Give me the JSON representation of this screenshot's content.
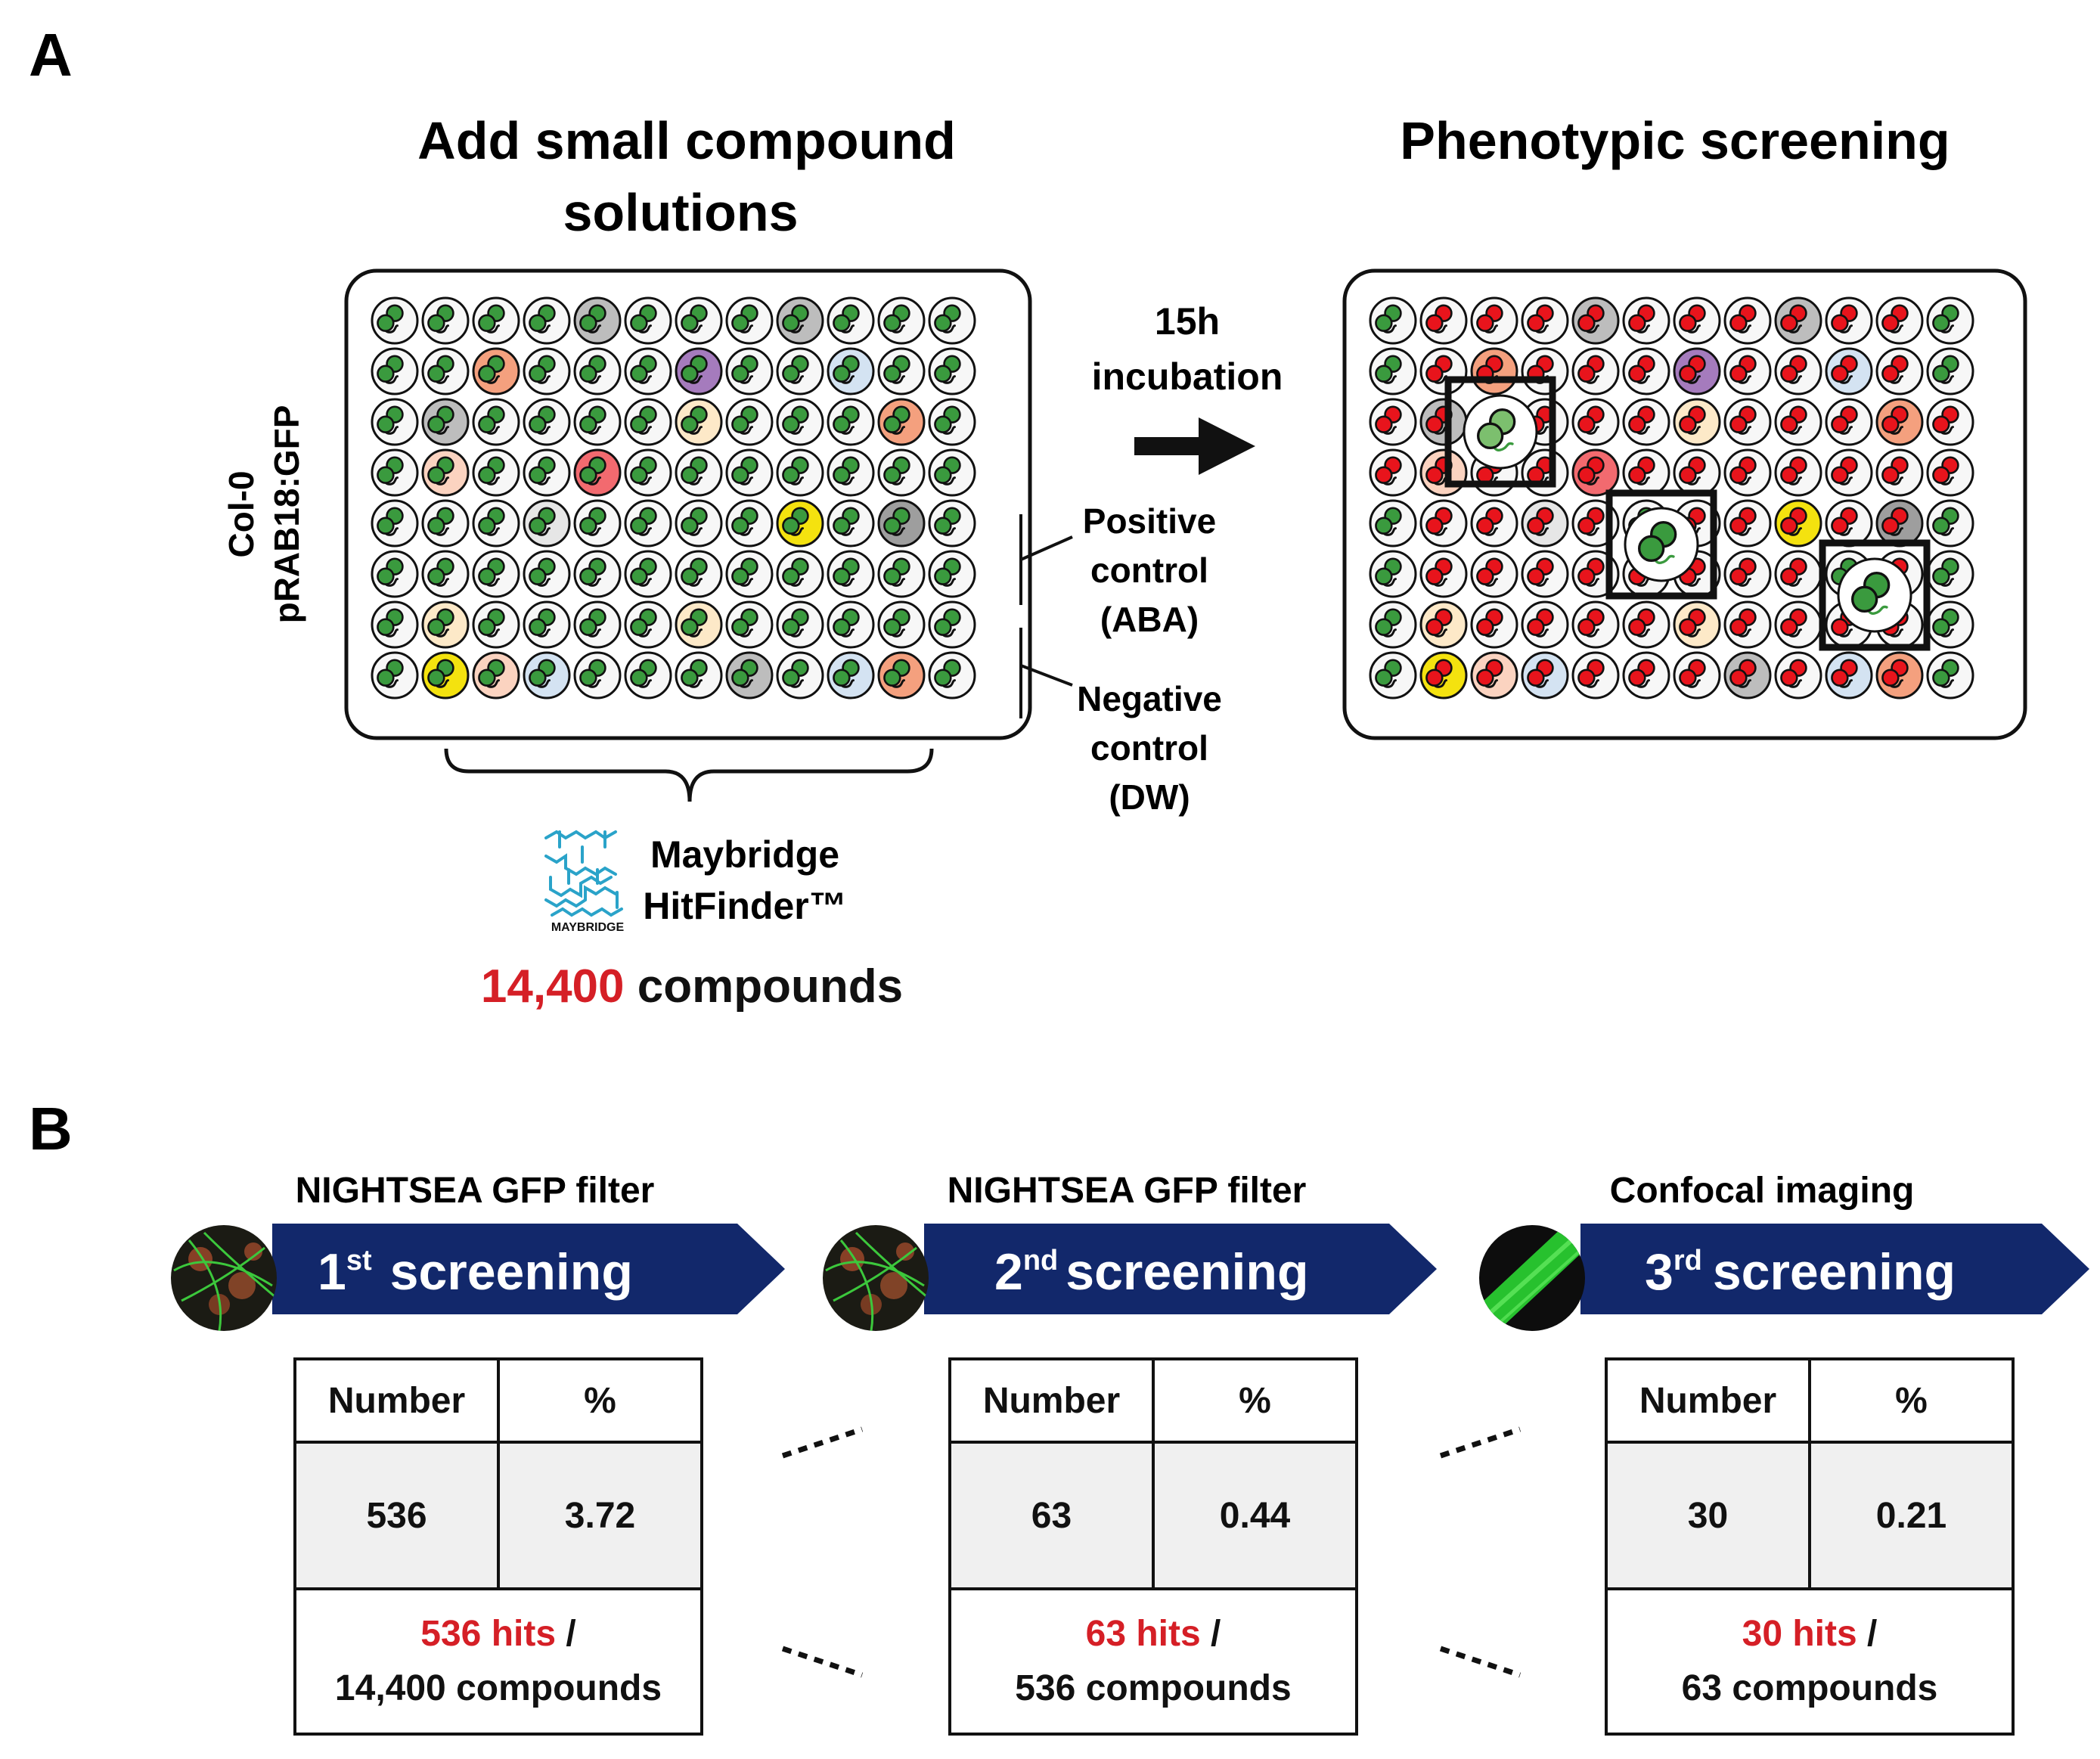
{
  "panel_a": {
    "label": "A",
    "left_title_line1": "Add small compound",
    "left_title_line2": "solutions",
    "right_title": "Phenotypic screening",
    "side_label_line1": "Col-0",
    "side_label_line2": "pRAB18:GFP",
    "incubation_line1": "15h",
    "incubation_line2": "incubation",
    "positive_control": [
      "Positive",
      "control",
      "(ABA)"
    ],
    "negative_control": [
      "Negative",
      "control",
      "(DW)"
    ],
    "library_line1": "Maybridge",
    "library_line2": "HitFinder™",
    "library_logo_text": "MAYBRIDGE",
    "compound_count": "14,400",
    "compound_suffix": " compounds",
    "well_colors": {
      "green": "#3a9a3e",
      "red": "#e8141c",
      "gray": "#bdbdbd",
      "dark_gray": "#9e9e9e",
      "peach": "#fbd3c0",
      "orange": "#f4a07e",
      "purple": "#a57bbd",
      "light_blue": "#d4e3f2",
      "cream": "#fde9c8",
      "light_gray": "#e6e6e6",
      "yellow": "#f4e20f",
      "coral": "#f26a6f"
    },
    "plate_rows": 8,
    "plate_cols": 12
  },
  "panel_b": {
    "label": "B",
    "stages": [
      {
        "filter": "NIGHTSEA GFP filter",
        "ord": "1",
        "sup": "st",
        "word": "screening",
        "number_header": "Number",
        "percent_header": "%",
        "number": "536",
        "percent": "3.72",
        "hits": "536 hits",
        "slash": " /",
        "of": "14,400 compounds"
      },
      {
        "filter": "NIGHTSEA GFP filter",
        "ord": "2",
        "sup": "nd",
        "word": "screening",
        "number_header": "Number",
        "percent_header": "%",
        "number": "63",
        "percent": "0.44",
        "hits": "63 hits",
        "slash": " /",
        "of": "536 compounds"
      },
      {
        "filter": "Confocal imaging",
        "ord": "3",
        "sup": "rd",
        "word": "screening",
        "number_header": "Number",
        "percent_header": "%",
        "number": "30",
        "percent": "0.21",
        "hits": "30 hits",
        "slash": " /",
        "of": "63 compounds"
      }
    ],
    "arrow_color": "#12286b",
    "hit_color": "#d51f26"
  }
}
